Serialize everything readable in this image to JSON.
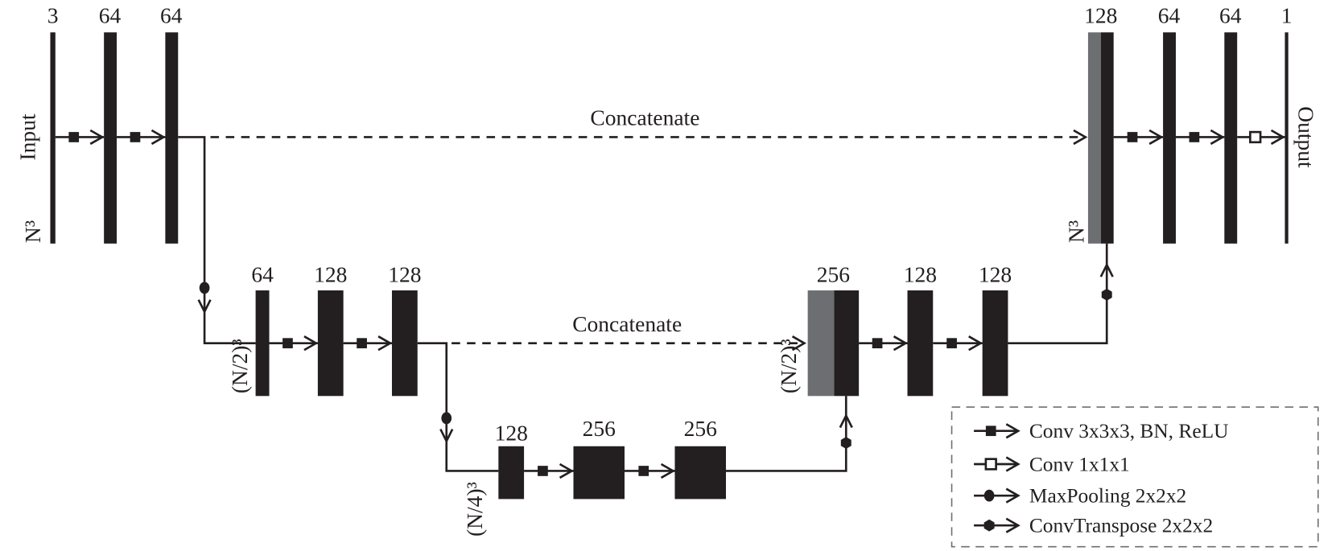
{
  "colors": {
    "block": "#231f20",
    "concat_block": "#6d6e71",
    "legend_border": "#6d6e71"
  },
  "level1": {
    "side_label_left": "Input",
    "side_label_right": "Output",
    "size_label": "N³",
    "encoder_channels": [
      "3",
      "64",
      "64"
    ],
    "decoder_channels": [
      "128",
      "64",
      "64",
      "1"
    ],
    "skip_label": "Concatenate"
  },
  "level2": {
    "size_label": "(N/2)³",
    "encoder_channels": [
      "64",
      "128",
      "128"
    ],
    "decoder_channels": [
      "256",
      "128",
      "128"
    ],
    "skip_label": "Concatenate"
  },
  "level3": {
    "size_label": "(N/4)³",
    "channels": [
      "128",
      "256",
      "256"
    ]
  },
  "legend": {
    "items": [
      {
        "icon": "filled-square-arrow-icon",
        "label": "Conv 3x3x3, BN, ReLU"
      },
      {
        "icon": "open-square-arrow-icon",
        "label": "Conv 1x1x1"
      },
      {
        "icon": "circle-arrow-icon",
        "label": "MaxPooling 2x2x2"
      },
      {
        "icon": "hexagon-arrow-icon",
        "label": "ConvTranspose 2x2x2"
      }
    ]
  }
}
